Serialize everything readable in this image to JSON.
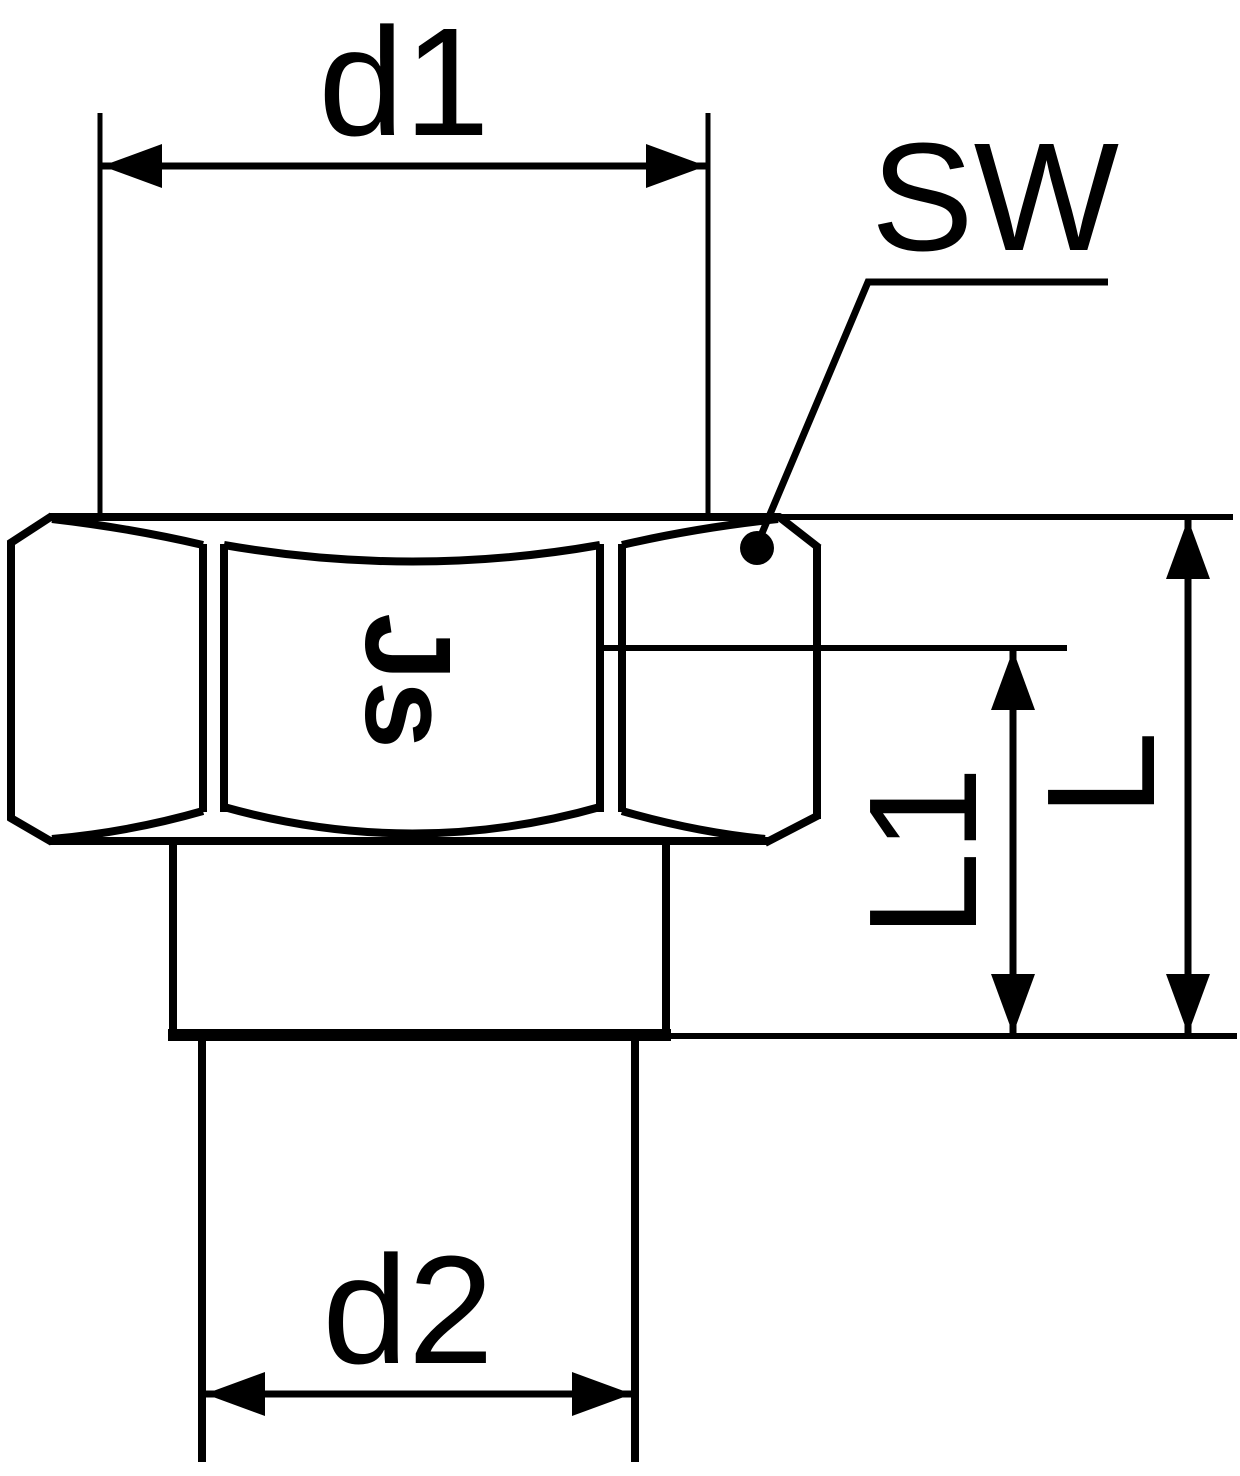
{
  "drawing": {
    "description": "Technical dimension drawing of a hexagonal fitting plug with threaded stud",
    "view": "side elevation"
  },
  "colors": {
    "line": "#000000",
    "background": "#ffffff"
  },
  "dimension_labels": {
    "top_diameter": "d1",
    "bottom_diameter": "d2",
    "overall_length": "L",
    "partial_length": "L1",
    "wrench_size": "SW"
  },
  "part_marking": "Js"
}
